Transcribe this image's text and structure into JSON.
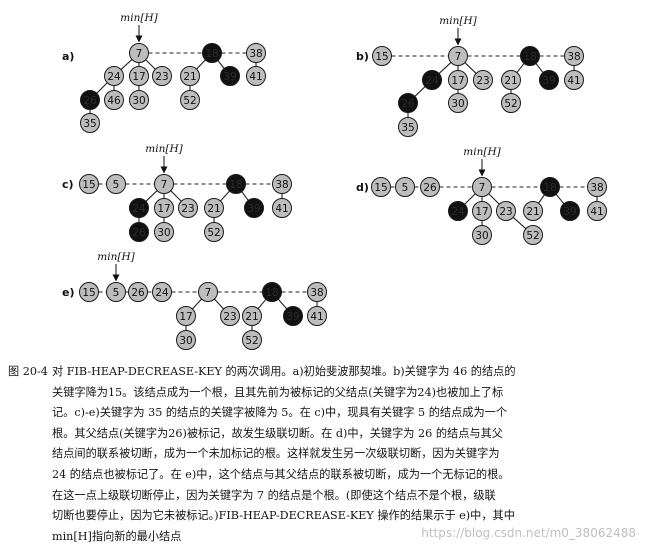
{
  "colors": {
    "gray_node": "#bdbdbd",
    "black_node": "#111111",
    "edge": "#222222",
    "text": "#111111"
  },
  "min_pointer_label": "min[H]",
  "panels": [
    {
      "id": "a",
      "label": "a)",
      "nodes": [
        {
          "key": "7",
          "color": "gray",
          "min": true
        },
        {
          "key": "18",
          "color": "black"
        },
        {
          "key": "38",
          "color": "gray"
        },
        {
          "key": "24",
          "color": "gray"
        },
        {
          "key": "17",
          "color": "gray"
        },
        {
          "key": "23",
          "color": "gray"
        },
        {
          "key": "21",
          "color": "gray"
        },
        {
          "key": "39",
          "color": "black"
        },
        {
          "key": "41",
          "color": "gray"
        },
        {
          "key": "26",
          "color": "black"
        },
        {
          "key": "46",
          "color": "gray"
        },
        {
          "key": "30",
          "color": "gray"
        },
        {
          "key": "52",
          "color": "gray"
        },
        {
          "key": "35",
          "color": "gray"
        }
      ]
    },
    {
      "id": "b",
      "label": "b)",
      "nodes": [
        {
          "key": "15",
          "color": "gray"
        },
        {
          "key": "7",
          "color": "gray",
          "min": true
        },
        {
          "key": "18",
          "color": "black"
        },
        {
          "key": "38",
          "color": "gray"
        },
        {
          "key": "24",
          "color": "black"
        },
        {
          "key": "17",
          "color": "gray"
        },
        {
          "key": "23",
          "color": "gray"
        },
        {
          "key": "21",
          "color": "gray"
        },
        {
          "key": "39",
          "color": "black"
        },
        {
          "key": "41",
          "color": "gray"
        },
        {
          "key": "26",
          "color": "black"
        },
        {
          "key": "30",
          "color": "gray"
        },
        {
          "key": "52",
          "color": "gray"
        },
        {
          "key": "35",
          "color": "gray"
        }
      ]
    },
    {
      "id": "c",
      "label": "c)",
      "nodes": [
        {
          "key": "15",
          "color": "gray"
        },
        {
          "key": "5",
          "color": "gray"
        },
        {
          "key": "7",
          "color": "gray",
          "min": true
        },
        {
          "key": "18",
          "color": "black"
        },
        {
          "key": "38",
          "color": "gray"
        },
        {
          "key": "24",
          "color": "black"
        },
        {
          "key": "17",
          "color": "gray"
        },
        {
          "key": "23",
          "color": "gray"
        },
        {
          "key": "21",
          "color": "gray"
        },
        {
          "key": "39",
          "color": "black"
        },
        {
          "key": "41",
          "color": "gray"
        },
        {
          "key": "26",
          "color": "black"
        },
        {
          "key": "30",
          "color": "gray"
        },
        {
          "key": "52",
          "color": "gray"
        }
      ]
    },
    {
      "id": "d",
      "label": "d)",
      "nodes": [
        {
          "key": "15",
          "color": "gray"
        },
        {
          "key": "5",
          "color": "gray"
        },
        {
          "key": "26",
          "color": "gray"
        },
        {
          "key": "7",
          "color": "gray",
          "min": true
        },
        {
          "key": "18",
          "color": "black"
        },
        {
          "key": "38",
          "color": "gray"
        },
        {
          "key": "24",
          "color": "black"
        },
        {
          "key": "17",
          "color": "gray"
        },
        {
          "key": "23",
          "color": "gray"
        },
        {
          "key": "21",
          "color": "gray"
        },
        {
          "key": "39",
          "color": "black"
        },
        {
          "key": "41",
          "color": "gray"
        },
        {
          "key": "30",
          "color": "gray"
        },
        {
          "key": "52",
          "color": "gray"
        }
      ]
    },
    {
      "id": "e",
      "label": "e)",
      "nodes": [
        {
          "key": "15",
          "color": "gray"
        },
        {
          "key": "5",
          "color": "gray",
          "min": true
        },
        {
          "key": "26",
          "color": "gray"
        },
        {
          "key": "24",
          "color": "gray"
        },
        {
          "key": "7",
          "color": "gray"
        },
        {
          "key": "18",
          "color": "black"
        },
        {
          "key": "38",
          "color": "gray"
        },
        {
          "key": "17",
          "color": "gray"
        },
        {
          "key": "23",
          "color": "gray"
        },
        {
          "key": "21",
          "color": "gray"
        },
        {
          "key": "39",
          "color": "black"
        },
        {
          "key": "41",
          "color": "gray"
        },
        {
          "key": "30",
          "color": "gray"
        },
        {
          "key": "52",
          "color": "gray"
        }
      ]
    }
  ],
  "caption": {
    "label": "图 20-4",
    "lines": [
      "对 FIB-HEAP-DECREASE-KEY 的两次调用。a)初始斐波那契堆。b)关键字为 46 的结点的",
      "关键字降为15。该结点成为一个根，且其先前为被标记的父结点(关键字为24)也被加上了标",
      "记。c)-e)关键字为 35 的结点的关键字被降为 5。在 c)中，现具有关键字 5 的结点成为一个",
      "根。其父结点(关键字为26)被标记，故发生级联切断。在 d)中，关键字为 26 的结点与其父",
      "结点间的联系被切断，成为一个未加标记的根。这样就发生另一次级联切断，因为关键字为",
      "24 的结点也被标记了。在 e)中，这个结点与其父结点的联系被切断，成为一个无标记的根。",
      "在这一点上级联切断停止，因为关键字为 7 的结点是个根。(即使这个结点不是个根，级联",
      "切断也要停止，因为它未被标记。)FIB-HEAP-DECREASE-KEY 操作的结果示于 e)中，其中",
      "min[H]指向新的最小结点"
    ]
  },
  "watermark": "https://blog.csdn.net/m0_38062488"
}
